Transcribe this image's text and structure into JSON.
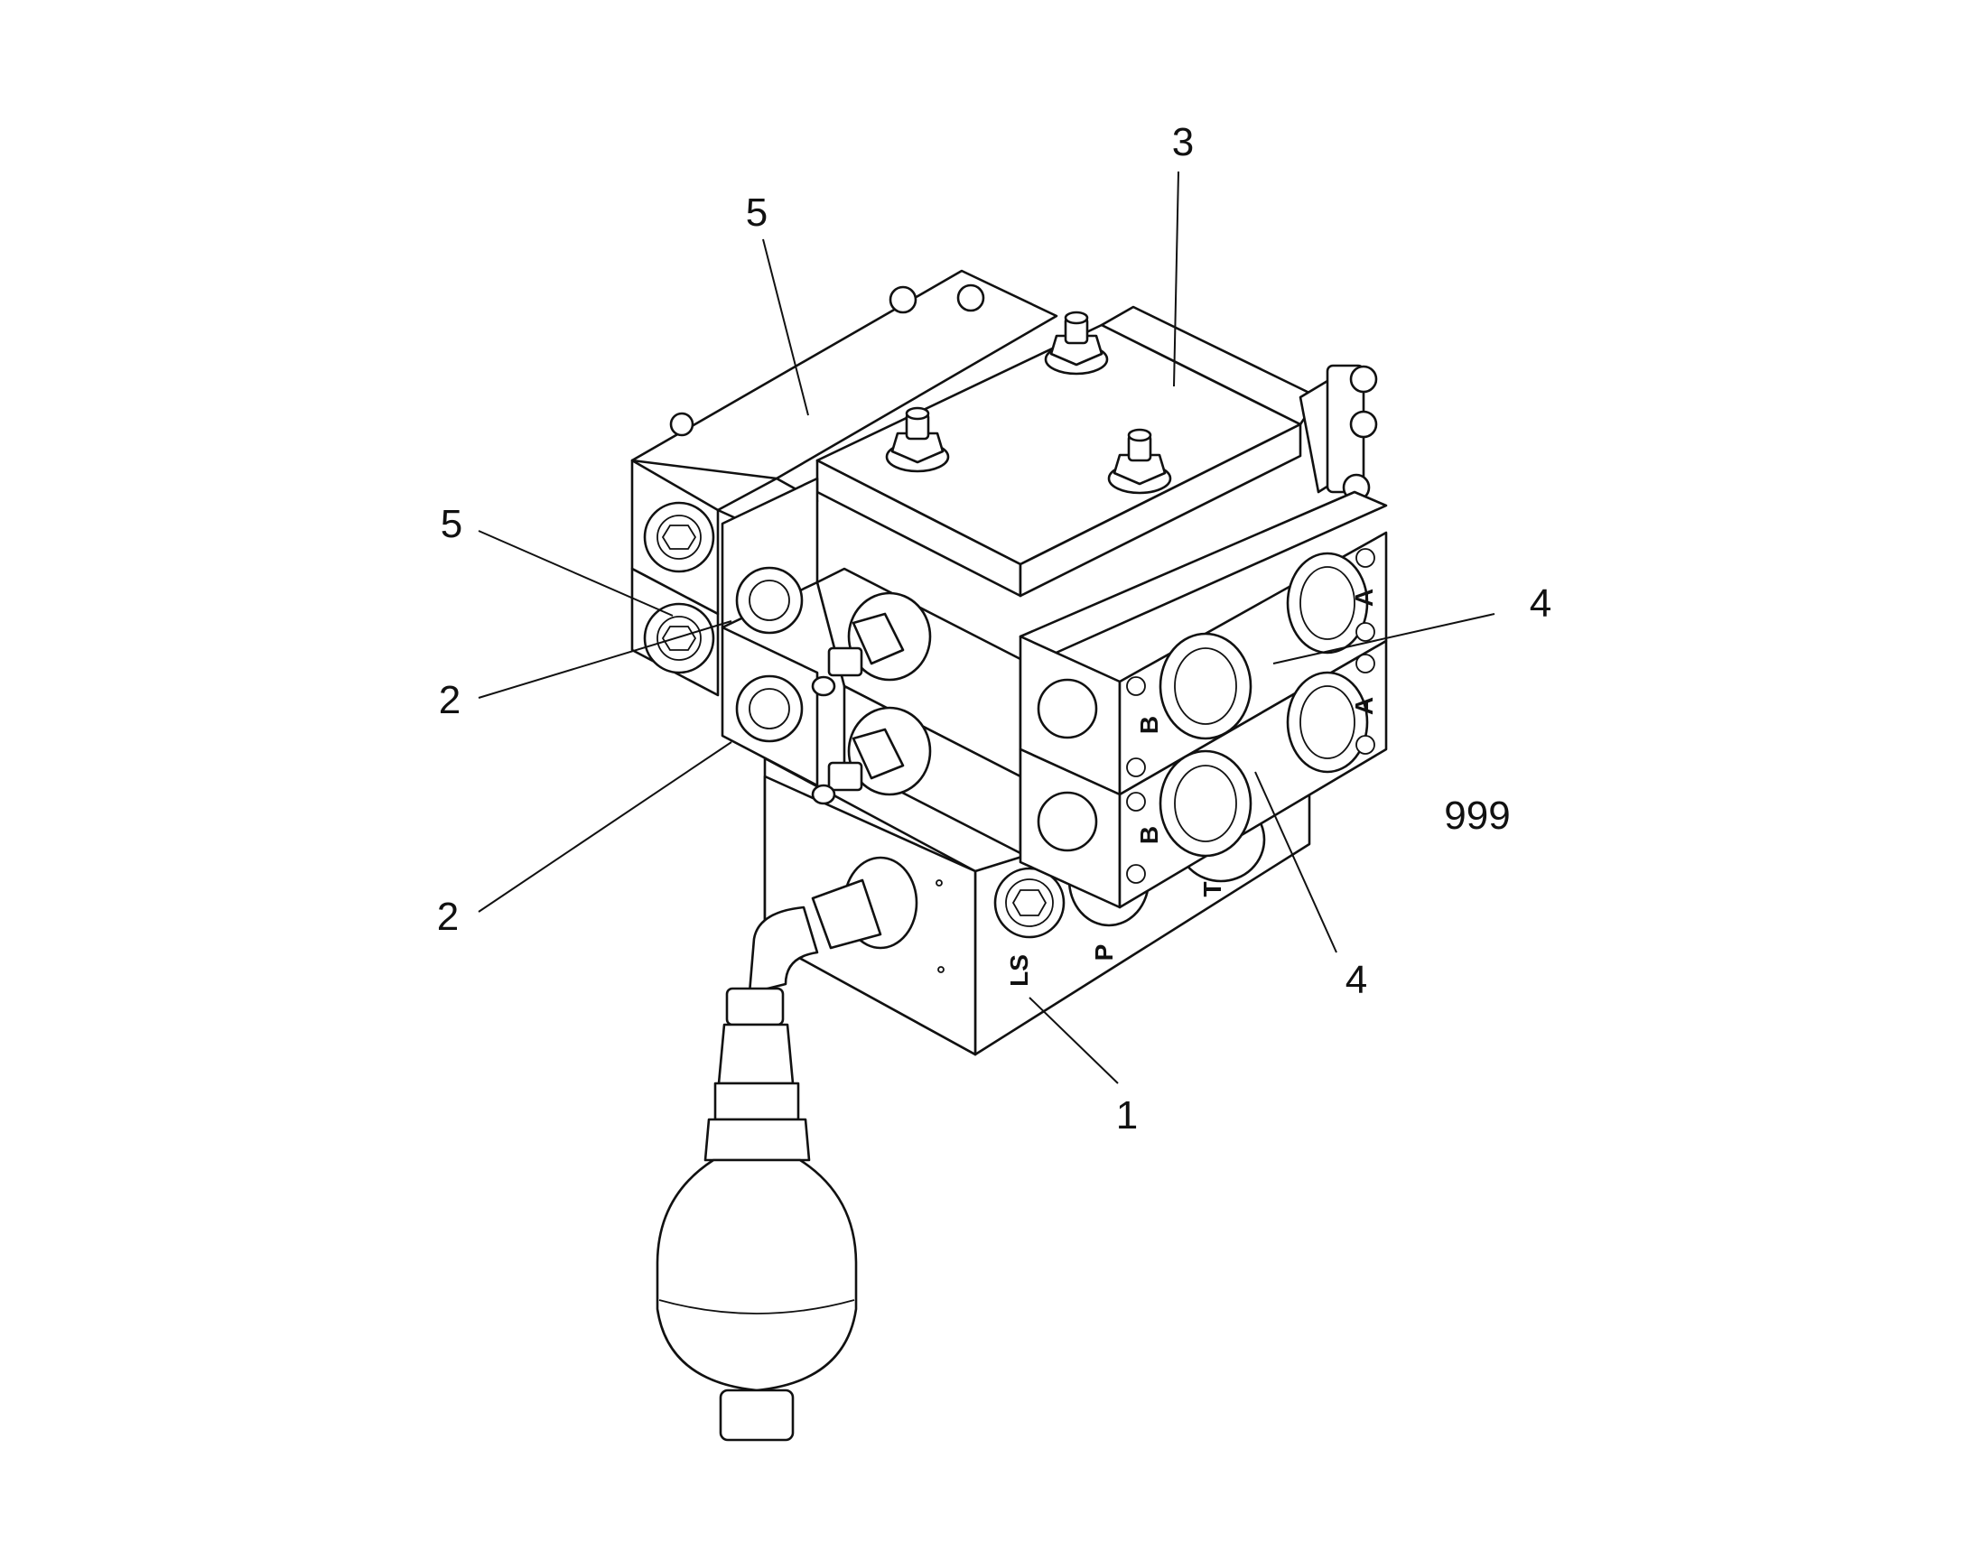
{
  "figure_id": "999",
  "callouts": [
    "1",
    "2",
    "2",
    "3",
    "4",
    "4",
    "5",
    "5"
  ],
  "port_labels": {
    "a_top": "A",
    "b_top": "B",
    "a_bottom": "A",
    "b_bottom": "B",
    "ls": "LS",
    "p": "P",
    "t": "T"
  }
}
